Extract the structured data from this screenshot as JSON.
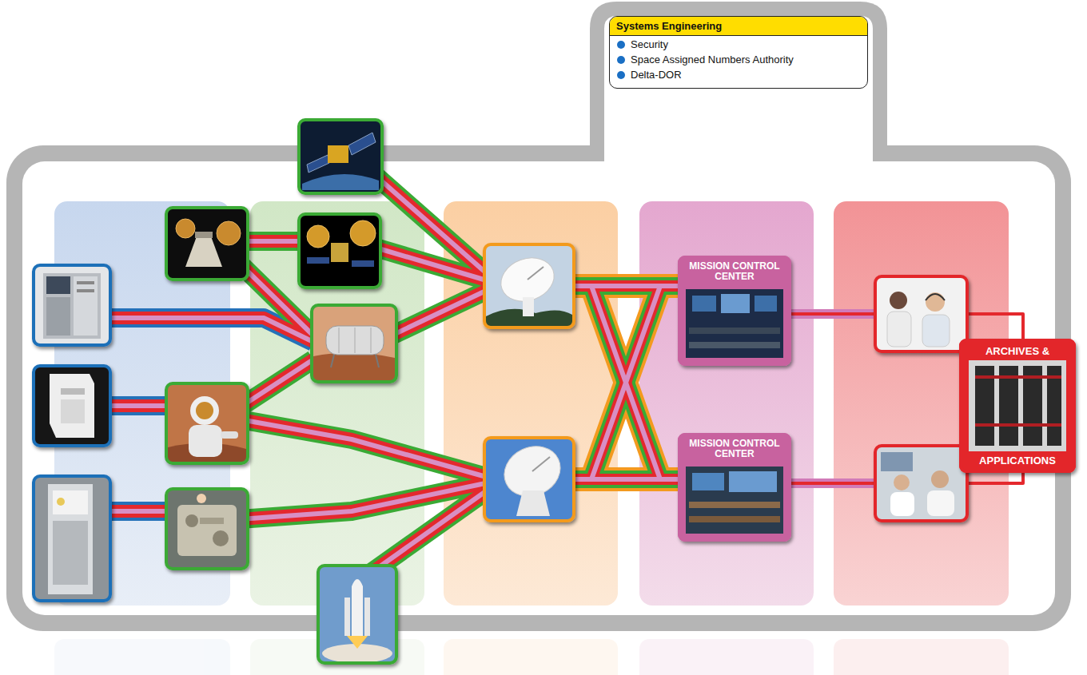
{
  "diagram": {
    "nodes": [
      {
        "text": [
          "Systems Engineering",
          "Security",
          "Space Assigned Numbers Authority",
          "Delta-DOR"
        ]
      },
      {
        "text": [
          "MISSION CONTROL CENTER"
        ]
      },
      {
        "text": [
          "MISSION CONTROL CENTER"
        ]
      },
      {
        "text": [
          "ARCHIVES &",
          "APPLICATIONS"
        ]
      }
    ]
  }
}
